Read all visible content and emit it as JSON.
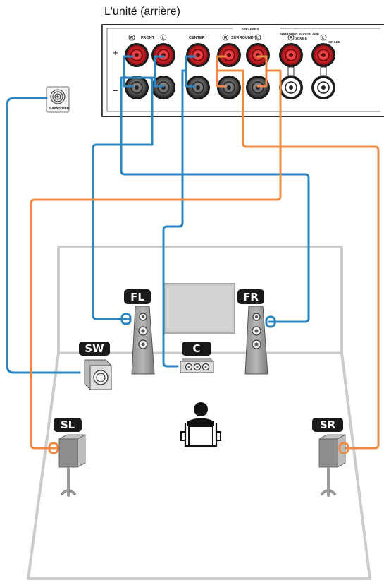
{
  "title": "L'unité (arrière)",
  "panel": {
    "speakers_label": "SPEAKERS",
    "front_label": "FRONT",
    "center_label": "CENTER",
    "surround_label": "SURROUND",
    "surround_back_label": "SURROUND BACK/BI AMP",
    "zone_b_label": "/ZONE B",
    "single_label": "SINGLE",
    "plus_sign": "+",
    "minus_sign": "–",
    "right_mark": "R",
    "left_mark": "L"
  },
  "subwoofer_jack_label": "SUBWOOFER",
  "speakers": {
    "fl": "FL",
    "fr": "FR",
    "c": "C",
    "sw": "SW",
    "sl": "SL",
    "sr": "SR"
  },
  "colors": {
    "blue_cable": "#2e86c1",
    "orange_cable": "#ef8a45",
    "terminal_red": "#d9262c",
    "badge": "#1a1a1a",
    "room": "#cccccc",
    "screen": "#c9c9c9"
  }
}
